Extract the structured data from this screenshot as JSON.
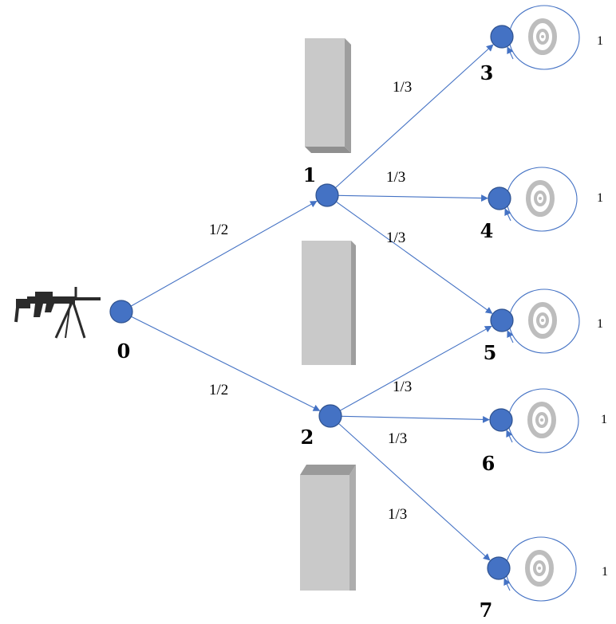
{
  "colors": {
    "node_fill": "#4472c4",
    "node_stroke": "#2f528f",
    "edge": "#4472c4",
    "obstacle_front": "#c9c9c9",
    "obstacle_top": "#e4e4e4",
    "obstacle_side": "#9e9e9e",
    "target_ring": "#bdbdbd",
    "weapon": "#2b2b2b"
  },
  "icons": {
    "weapon": "rifle-with-bipod-icon",
    "target": "bullseye-target-icon",
    "obstacle": "gray-block-obstacle"
  },
  "nodes": [
    {
      "id": "0",
      "label": "0"
    },
    {
      "id": "1",
      "label": "1"
    },
    {
      "id": "2",
      "label": "2"
    },
    {
      "id": "3",
      "label": "3"
    },
    {
      "id": "4",
      "label": "4"
    },
    {
      "id": "5",
      "label": "5"
    },
    {
      "id": "6",
      "label": "6"
    },
    {
      "id": "7",
      "label": "7"
    }
  ],
  "edges": [
    {
      "from": "0",
      "to": "1",
      "label": "1/2"
    },
    {
      "from": "0",
      "to": "2",
      "label": "1/2"
    },
    {
      "from": "1",
      "to": "3",
      "label": "1/3"
    },
    {
      "from": "1",
      "to": "4",
      "label": "1/3"
    },
    {
      "from": "1",
      "to": "5",
      "label": "1/3"
    },
    {
      "from": "2",
      "to": "5",
      "label": "1/3"
    },
    {
      "from": "2",
      "to": "6",
      "label": "1/3"
    },
    {
      "from": "2",
      "to": "7",
      "label": "1/3"
    }
  ],
  "self_loops": [
    {
      "node": "3",
      "label": "1"
    },
    {
      "node": "4",
      "label": "1"
    },
    {
      "node": "5",
      "label": "1"
    },
    {
      "node": "6",
      "label": "1"
    },
    {
      "node": "7",
      "label": "1"
    }
  ]
}
